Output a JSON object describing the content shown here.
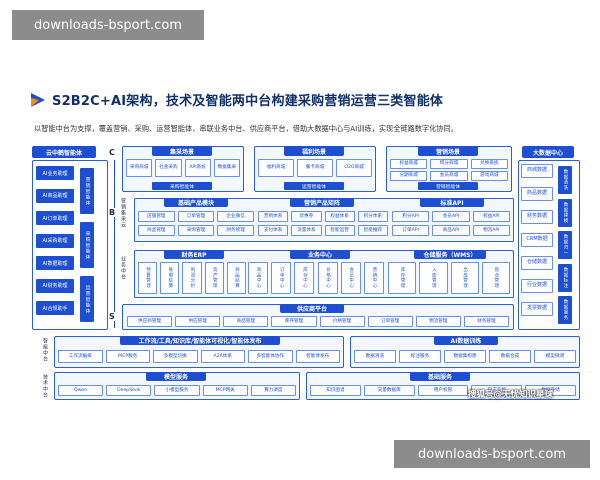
{
  "watermark_top": "downloads-bsport.com",
  "watermark_bottom": "downloads-bsport.com",
  "title": "S2B2C+AI架构，技术及智能两中台构建采购营销运营三类智能体",
  "subtitle": "以智能中台为支撑，覆盖营销、采购、运营智能体，串联业务中台、供应商平台，借助大数据中心与AI训练，实现全链路数字化协同。",
  "credit": "搜狐号@无忧知识星球",
  "left_panel": {
    "header": "云中鹤智能体",
    "items": [
      "AI业务助理",
      "AI商品助理",
      "AI订单助理",
      "AI采购助理",
      "AI数据助理",
      "AI财务助理",
      "AI合规助手"
    ],
    "tags": [
      "营销智能体",
      "采购智能体",
      "运营智能体"
    ]
  },
  "side_letters": [
    "C",
    "B",
    "S"
  ],
  "scenes": [
    {
      "header": "集采场景",
      "cells": [
        "采购商城",
        "社会采购",
        "API系统",
        "数据集采"
      ],
      "footer": "采购智能体"
    },
    {
      "header": "福利场景",
      "cells": [
        "福利商城",
        "餐卡商城",
        "O2O商城"
      ],
      "footer": "运营智能体"
    },
    {
      "header": "营销场景",
      "cells": [
        "权益商城",
        "积分商城",
        "兑换系统",
        "分期商城",
        "会员商城",
        "游戏商城"
      ],
      "footer": "营销智能体"
    }
  ],
  "marketing_center": {
    "label": "营销集采云",
    "groups": [
      {
        "header": "基础产品模块",
        "cells": [
          "店铺管理",
          "订单管理",
          "企业微信",
          "商品管理",
          "采购管理",
          "财务管理"
        ]
      },
      {
        "header": "营销产品矩阵",
        "cells": [
          "营销体系",
          "优惠券",
          "权益体系",
          "积分体系",
          "支付体系",
          "流量体系",
          "智能运营",
          "智能推荐"
        ]
      },
      {
        "header": "标准API",
        "cells": [
          "积分API",
          "会员API",
          "权益API",
          "订单API",
          "商品API",
          "物流API"
        ]
      }
    ]
  },
  "business_center": {
    "label": "业务中台",
    "groups": [
      {
        "header": "财务ERP",
        "cells": [
          "预算管理",
          "账期结算",
          "利润分析",
          "资产管理",
          "商品结算"
        ]
      },
      {
        "header": "业务中心",
        "cells": [
          "商品中心",
          "订单中心",
          "库存中心",
          "价格中心",
          "会员中心",
          "营销中心"
        ]
      },
      {
        "header": "仓储服务（WMS）",
        "cells": [
          "库存管理",
          "入库管理",
          "出库管理",
          "盘点管理"
        ]
      }
    ]
  },
  "supplier": {
    "header": "供应商平台",
    "cells": [
      "供应商管理",
      "供应管理",
      "商品管理",
      "库存管理",
      "价格管理",
      "订单管理",
      "物流管理",
      "财务管理"
    ]
  },
  "big_data": {
    "header": "大数据中心",
    "items": [
      "商城数据",
      "商品数据",
      "财务数据",
      "CRM数据",
      "仓储数据",
      "行业数据",
      "发票数据"
    ],
    "tags": [
      "数据清洗",
      "数据建模",
      "数据归一",
      "数据标注",
      "数据服务"
    ]
  },
  "ai_platform": {
    "label": "智能中台",
    "left_header": "工作流/工具/知识库/智能体可视化/智能体发布",
    "left_cells": [
      "工作流编排",
      "MCP服务",
      "多模型切换",
      "A2A体系",
      "多智能体协作",
      "智能体发布"
    ],
    "right_header": "AI数据训练",
    "right_cells": [
      "数据清洗",
      "标注服务",
      "数据集构建",
      "数据合成",
      "模型微调"
    ]
  },
  "tech_platform": {
    "label": "技术中台",
    "left_header": "模型服务",
    "left_cells": [
      "Qwen",
      "DeepSeek",
      "小模型服务",
      "MCP网关",
      "算力调度"
    ],
    "right_header": "基础服务",
    "right_cells": [
      "知识图谱",
      "向量数据库",
      "用户权限",
      "日志监控",
      "数据存储"
    ]
  },
  "colors": {
    "accent": "#1d4fd0",
    "panel": "#f3f7ff",
    "title": "#10306a"
  }
}
